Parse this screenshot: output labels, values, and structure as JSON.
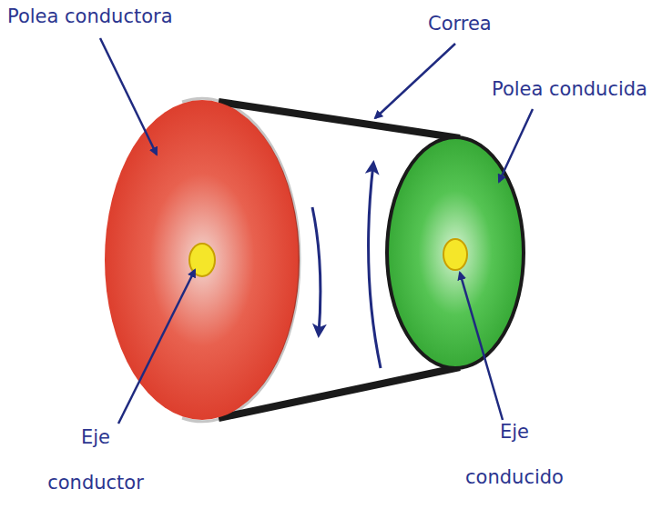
{
  "diagram": {
    "labels": [
      "Polea conductora",
      "Correa",
      "Polea conducida",
      "Eje conductor",
      "Eje conducido"
    ]
  }
}
